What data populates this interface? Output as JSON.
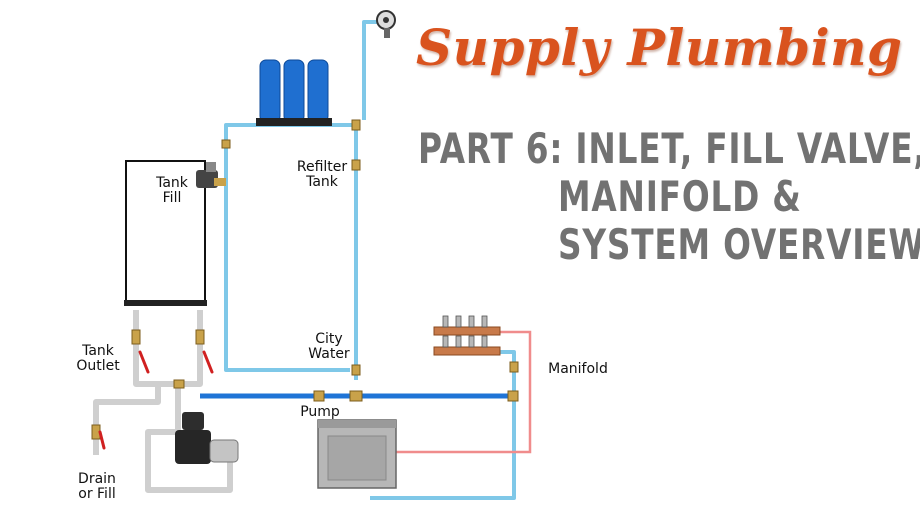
{
  "title": "Supply Plumbing",
  "subtitle": {
    "line1": "PART 6: INLET, FILL VALVE,",
    "line2": "MANIFOLD &",
    "line3": "SYSTEM OVERVIEW"
  },
  "labels": {
    "tank_fill": "Tank\nFill",
    "refilter_tank": "Refilter\nTank",
    "city_water": "City\nWater",
    "tank_outlet": "Tank\nOutlet",
    "manifold": "Manifold",
    "pump": "Pump",
    "drain_fill": "Drain\nor Fill"
  },
  "colors": {
    "title": "#d9531e",
    "subtitle": "#727272",
    "cold_pipe": "#7fc8e8",
    "main_pipe": "#1f74d6",
    "hot_pipe": "#f08c8c",
    "tank_outlet_pipe": "#cfcfcf",
    "filter_housing": "#1f6fd0"
  }
}
